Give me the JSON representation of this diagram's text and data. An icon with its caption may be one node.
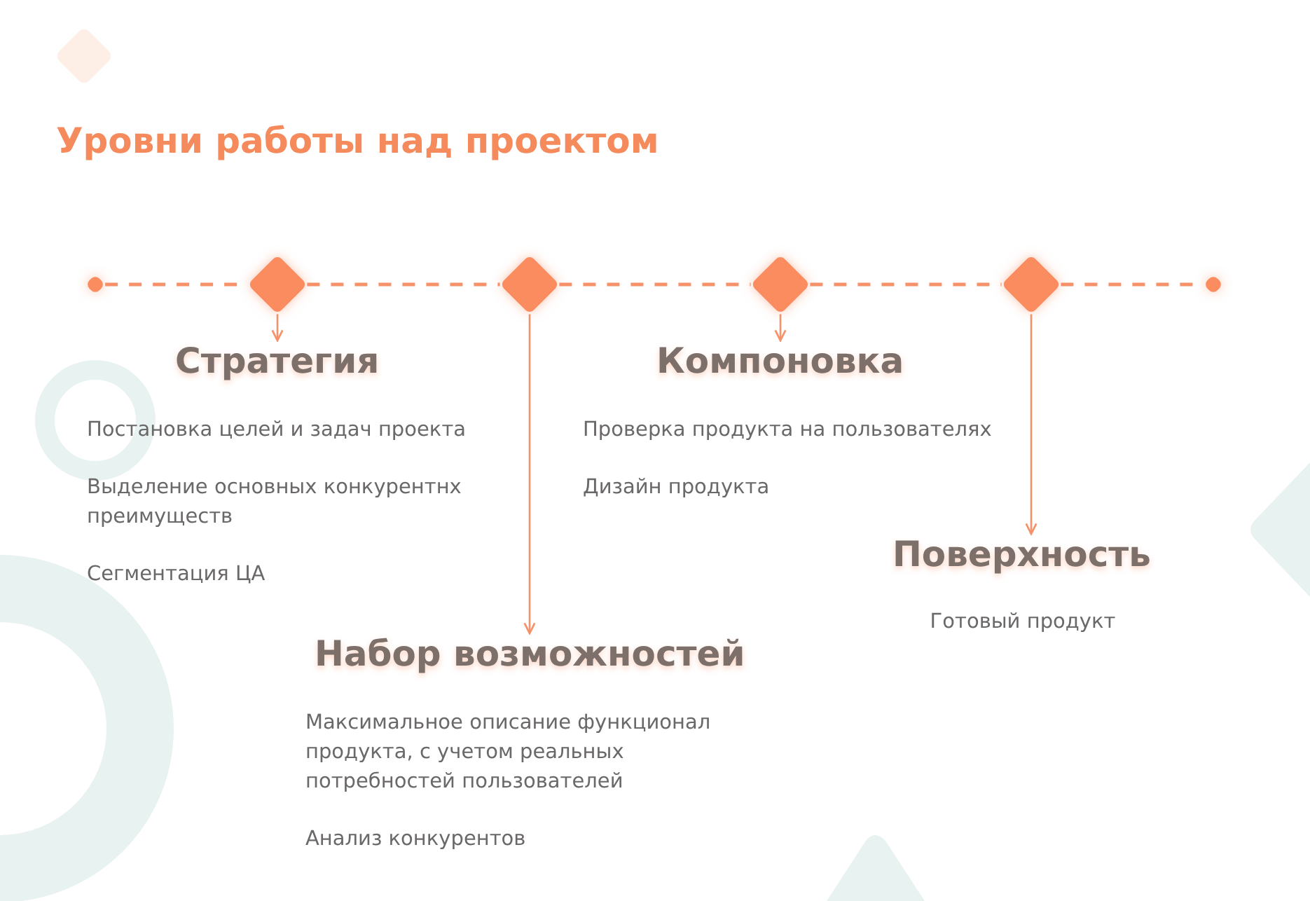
{
  "diagram": {
    "title": "Уровни работы над проектом",
    "nodes": [
      {
        "text": [],
        "shape": "diamond"
      },
      {
        "text": [],
        "shape": "diamond"
      },
      {
        "text": [],
        "shape": "diamond"
      },
      {
        "text": [],
        "shape": "diamond"
      },
      {
        "text": [],
        "shape": "diamond"
      },
      {
        "text": [],
        "shape": "diamond"
      },
      {
        "text": [
          "Стратегия"
        ],
        "beside": [
          "Постановка целей и задач проекта",
          "Выделение основных конкурентнх преимуществ",
          "Сегментация ЦА"
        ]
      },
      {
        "text": [
          "Набор возможностей"
        ],
        "beside": [
          "Максимальное описание функционал продукта, с учетом реальных потребностей пользователей",
          "Анализ конкурентов"
        ]
      },
      {
        "text": [
          "Компоновка"
        ],
        "beside": [
          "Проверка продукта на пользователях",
          "Дизайн продукта"
        ]
      },
      {
        "text": [
          "Поверхность"
        ],
        "beside": [
          "Готовый продукт"
        ]
      }
    ],
    "edges": [
      {
        "from": 0,
        "to": 1,
        "arrow": "none",
        "style": "dashed"
      },
      {
        "from": 1,
        "to": 2,
        "arrow": "none",
        "style": "dashed"
      },
      {
        "from": 2,
        "to": 3,
        "arrow": "none",
        "style": "dashed"
      },
      {
        "from": 3,
        "to": 4,
        "arrow": "none",
        "style": "dashed"
      },
      {
        "from": 4,
        "to": 5,
        "arrow": "none",
        "style": "dashed"
      },
      {
        "from": 1,
        "to": 6,
        "arrow": "to"
      },
      {
        "from": 2,
        "to": 7,
        "arrow": "to"
      },
      {
        "from": 3,
        "to": 8,
        "arrow": "to"
      },
      {
        "from": 4,
        "to": 9,
        "arrow": "to"
      }
    ]
  }
}
